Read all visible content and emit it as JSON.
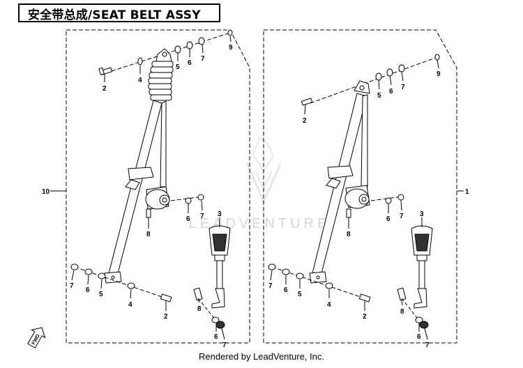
{
  "title": "安全带总成/SEAT BELT ASSY",
  "footer": "Rendered by LeadVenture, Inc.",
  "watermark": "LEADVENTURE",
  "fwd_label": "FWD",
  "assemblies": [
    {
      "assembly_number": "10",
      "callouts": [
        "2",
        "4",
        "5",
        "6",
        "7",
        "9",
        "6",
        "7",
        "8",
        "3",
        "8",
        "6",
        "7",
        "7",
        "6",
        "5",
        "4",
        "2"
      ]
    },
    {
      "assembly_number": "1",
      "callouts": [
        "2",
        "5",
        "6",
        "7",
        "9",
        "6",
        "7",
        "8",
        "3",
        "8",
        "6",
        "7",
        "7",
        "6",
        "5",
        "4",
        "2"
      ]
    }
  ]
}
